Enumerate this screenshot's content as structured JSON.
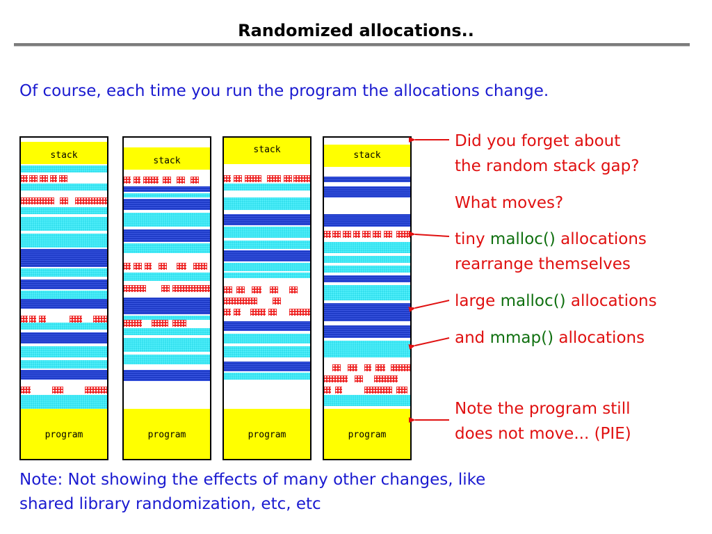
{
  "slide": {
    "title": "Randomized allocations..",
    "subtitle": "Of course, each time you run the program the allocations change.",
    "note_line1": "Note: Not showing the effects of many other changes, like",
    "note_line2": "shared library randomization, etc, etc"
  },
  "diagram": {
    "columns": [
      {
        "stack_label": "stack",
        "program_label": "program"
      },
      {
        "stack_label": "stack",
        "program_label": "program"
      },
      {
        "stack_label": "stack",
        "program_label": "program"
      },
      {
        "stack_label": "stack",
        "program_label": "program"
      }
    ]
  },
  "annotations": {
    "stack_gap_line1": "Did you forget about",
    "stack_gap_line2": "the random stack gap?",
    "what_moves": "What moves?",
    "tiny_a": "tiny ",
    "tiny_b": "malloc()",
    "tiny_c": " allocations",
    "tiny_line2": "rearrange themselves",
    "large_a": "large ",
    "large_b": "malloc()",
    "large_c": " allocations",
    "mmap_a": "and ",
    "mmap_b": "mmap()",
    "mmap_c": " allocations",
    "pie_line1": "Note the program still",
    "pie_line2": "does not move... (PIE)"
  },
  "colors": {
    "title_rule": "#7c7c7c",
    "blue_text": "#1a1ad0",
    "red_text": "#e01010",
    "green_text": "#107010",
    "stack_program": "#ffff00",
    "small_alloc": "#33e0ee",
    "large_alloc": "#1f3cc8",
    "tiny_alloc": "#ee1f1f"
  }
}
